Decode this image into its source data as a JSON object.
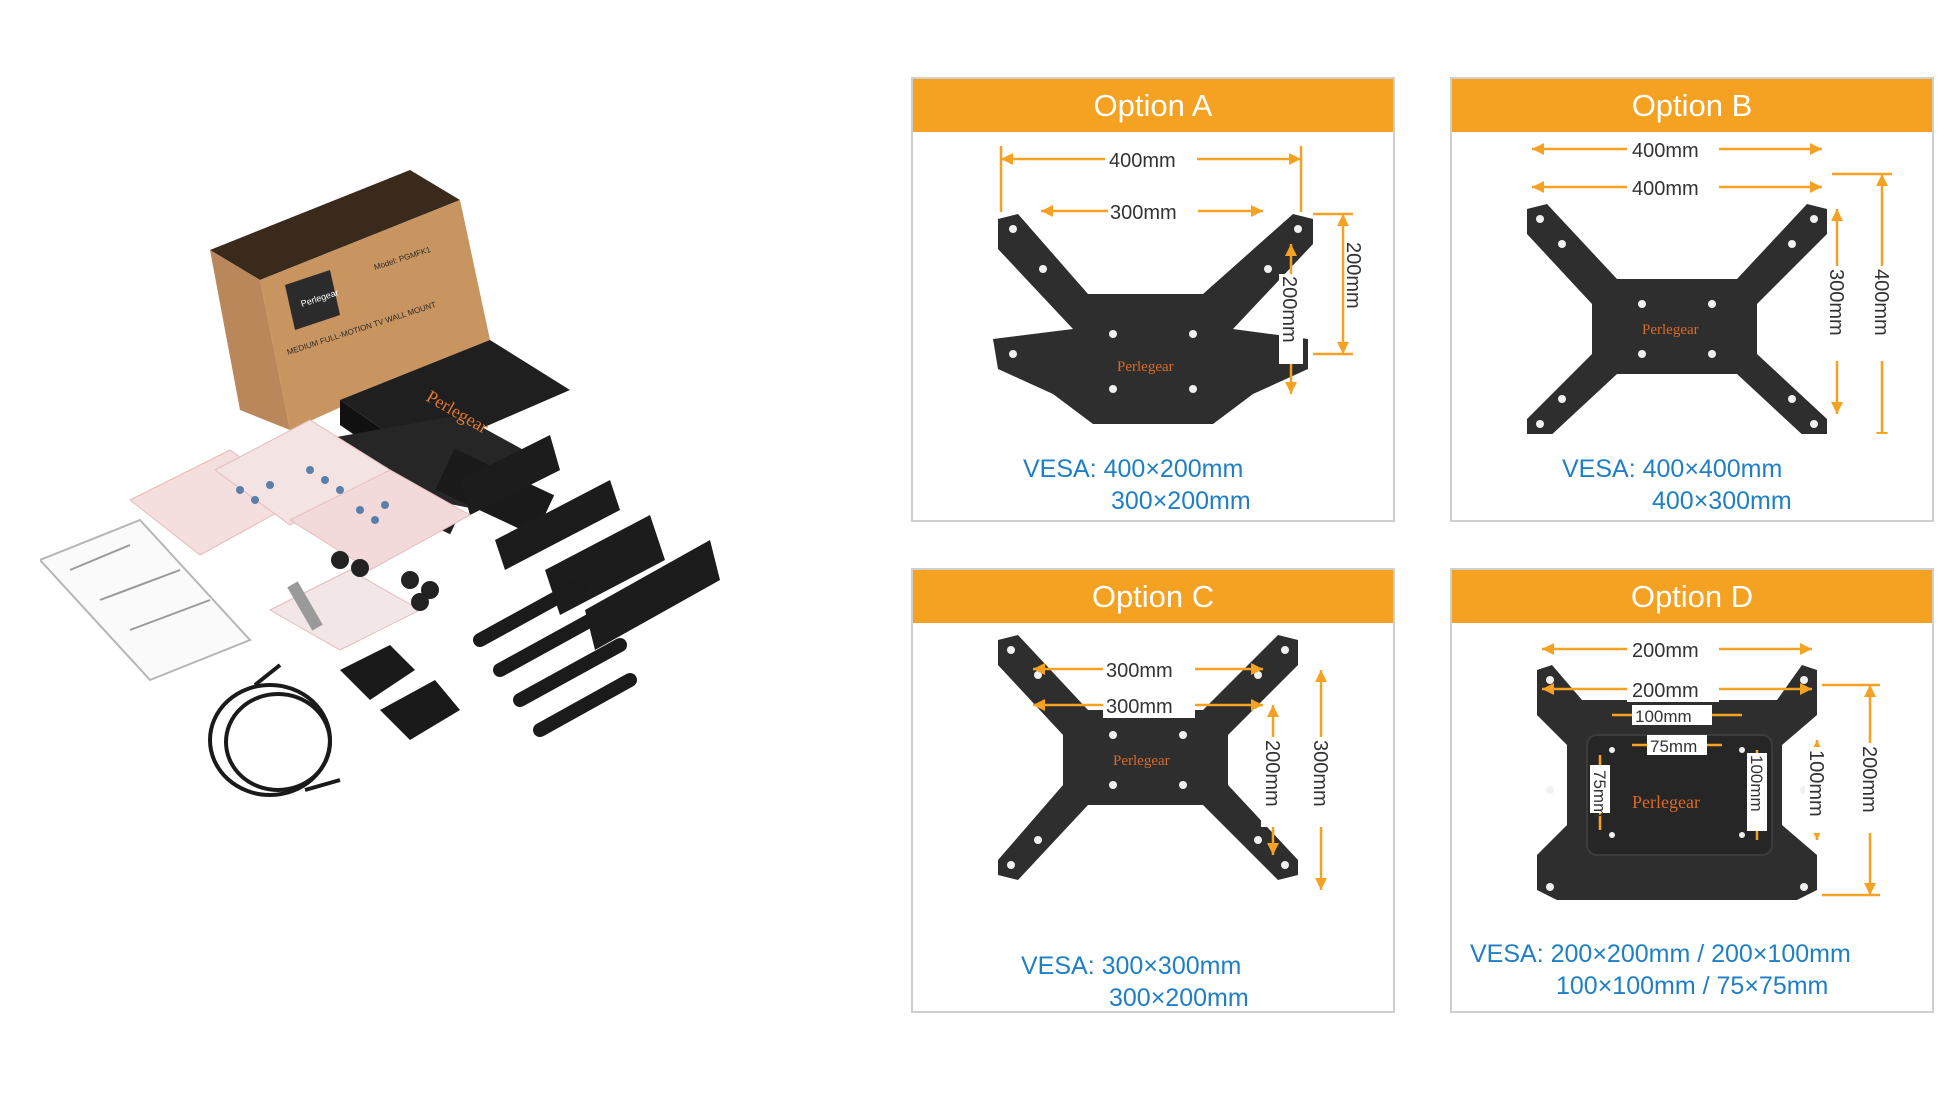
{
  "kit": {
    "brand": "Perlegear",
    "box_title": "MEDIUM FULL-MOTION TV WALL MOUNT",
    "box_model": "Model: PGMFK1"
  },
  "options": [
    {
      "title": "Option A",
      "vesa_label": "VESA:",
      "vesa_lines": [
        "400×200mm",
        "300×200mm"
      ],
      "dims": [
        "400mm",
        "300mm",
        "200mm",
        "200mm"
      ]
    },
    {
      "title": "Option B",
      "vesa_label": "VESA:",
      "vesa_lines": [
        "400×400mm",
        "400×300mm"
      ],
      "dims": [
        "400mm",
        "400mm",
        "300mm",
        "400mm"
      ]
    },
    {
      "title": "Option C",
      "vesa_label": "VESA:",
      "vesa_lines": [
        "300×300mm",
        "300×200mm"
      ],
      "dims": [
        "300mm",
        "300mm",
        "200mm",
        "300mm"
      ]
    },
    {
      "title": "Option D",
      "vesa_label": "VESA:",
      "vesa_lines": [
        "200×200mm / 200×100mm",
        "100×100mm / 75×75mm"
      ],
      "dims": [
        "200mm",
        "200mm",
        "100mm",
        "75mm",
        "75mm",
        "100mm",
        "100mm",
        "200mm"
      ]
    }
  ],
  "colors": {
    "accent": "#f5a223",
    "text_blue": "#1f7fc4",
    "plate": "#2e2e2e"
  }
}
